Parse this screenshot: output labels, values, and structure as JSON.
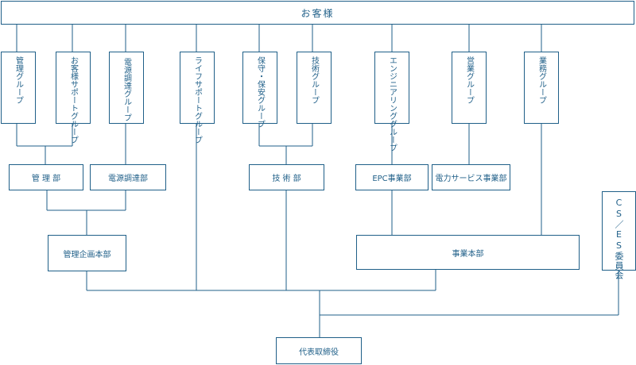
{
  "org": {
    "customers": "お客様",
    "groups": {
      "admin": "管理グループ",
      "customer_support": "お客様サポートグループ",
      "power_procurement": "電源調達グループ",
      "life_support": "ライフサポートグループ",
      "maintenance": "保守・保安グループ",
      "technical": "技術グループ",
      "engineering": "エンジニアリンググループ",
      "sales": "営業グループ",
      "business": "業務グループ"
    },
    "departments": {
      "admin": "管 理 部",
      "power_procurement": "電源調達部",
      "technical": "技 術 部",
      "epc": "EPC事業部",
      "power_services": "電力サービス事業部"
    },
    "headquarters": {
      "planning": "管理企画本部",
      "business": "事業本部"
    },
    "committee": "CS／ES委員会",
    "ceo": "代表取締役"
  },
  "colors": {
    "line": "#1f5f88",
    "text": "#1f5f88",
    "background": "#ffffff"
  }
}
